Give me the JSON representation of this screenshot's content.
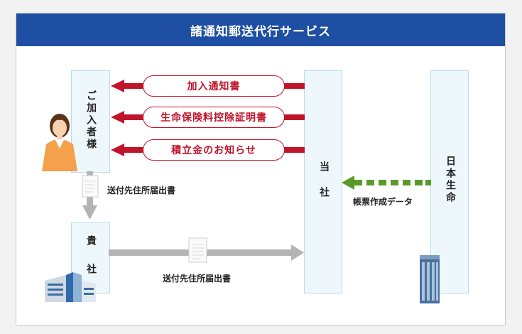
{
  "header": {
    "title": "諸通知郵送代行サービス"
  },
  "nodes": {
    "subscriber": "ご加入者様",
    "your_company": "貴　社",
    "our_company": "当　社",
    "nippon_life": "日本生命"
  },
  "notices": [
    {
      "label": "加入通知書"
    },
    {
      "label": "生命保険料控除証明書"
    },
    {
      "label": "積立金のお知らせ"
    }
  ],
  "flows": {
    "address_to_subscriber": "送付先住所届出書",
    "address_to_us": "送付先住所届出書",
    "ledger_data": "帳票作成データ"
  },
  "colors": {
    "header": "#1e4fa3",
    "notice": "#c0142a",
    "data_arrow": "#5a9a2a",
    "gray_arrow": "#b4b4b4"
  }
}
